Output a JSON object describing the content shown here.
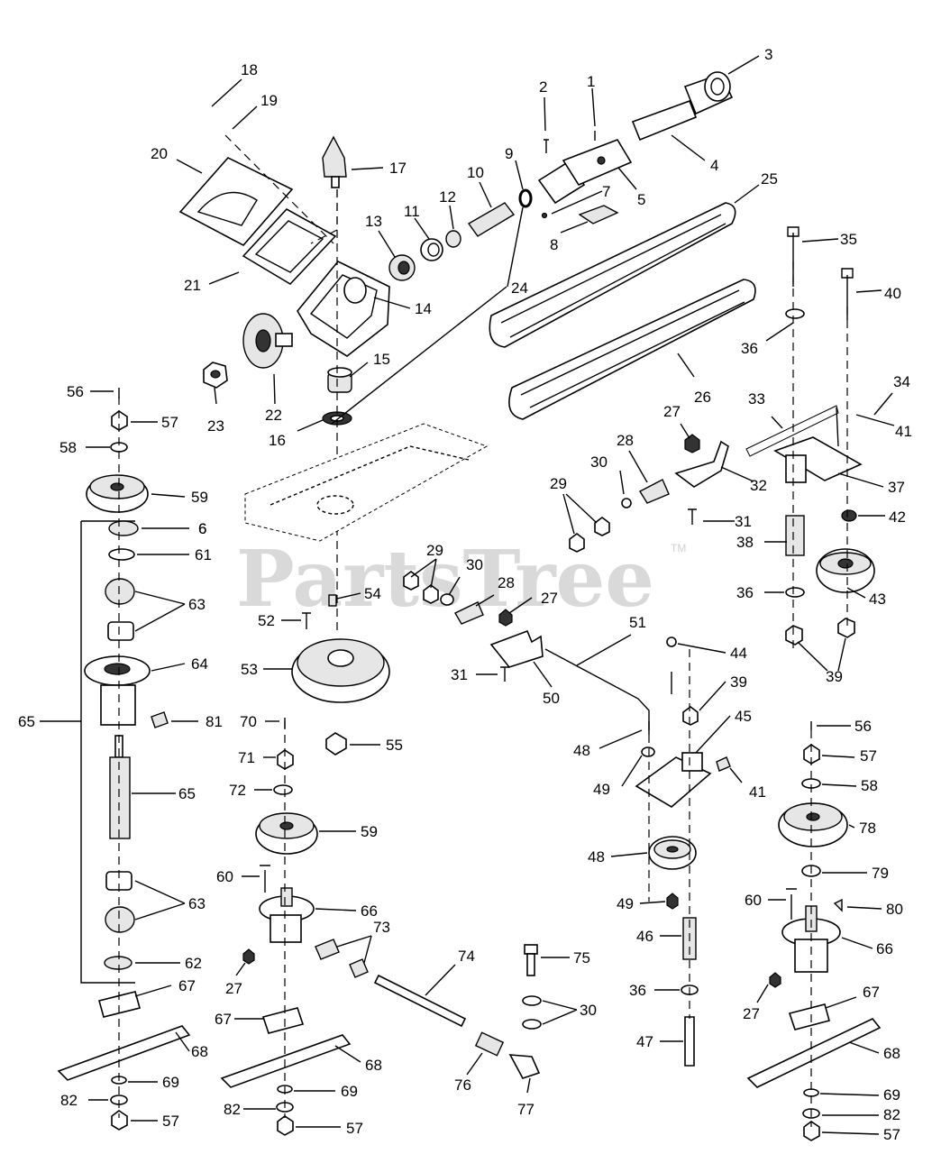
{
  "watermark": {
    "text": "PartsTree",
    "tm": "TM"
  },
  "callouts": [
    {
      "id": "1",
      "text": "1"
    },
    {
      "id": "2",
      "text": "2"
    },
    {
      "id": "3",
      "text": "3"
    },
    {
      "id": "4",
      "text": "4"
    },
    {
      "id": "5",
      "text": "5"
    },
    {
      "id": "6",
      "text": "6"
    },
    {
      "id": "7",
      "text": "7"
    },
    {
      "id": "8",
      "text": "8"
    },
    {
      "id": "9",
      "text": "9"
    },
    {
      "id": "10",
      "text": "10"
    },
    {
      "id": "11",
      "text": "11"
    },
    {
      "id": "12",
      "text": "12"
    },
    {
      "id": "13",
      "text": "13"
    },
    {
      "id": "14",
      "text": "14"
    },
    {
      "id": "15",
      "text": "15"
    },
    {
      "id": "16",
      "text": "16"
    },
    {
      "id": "17",
      "text": "17"
    },
    {
      "id": "18",
      "text": "18"
    },
    {
      "id": "19",
      "text": "19"
    },
    {
      "id": "20",
      "text": "20"
    },
    {
      "id": "21",
      "text": "21"
    },
    {
      "id": "22",
      "text": "22"
    },
    {
      "id": "23",
      "text": "23"
    },
    {
      "id": "24",
      "text": "24"
    },
    {
      "id": "25",
      "text": "25"
    },
    {
      "id": "26",
      "text": "26"
    },
    {
      "id": "27a",
      "text": "27"
    },
    {
      "id": "28a",
      "text": "28"
    },
    {
      "id": "29a",
      "text": "29"
    },
    {
      "id": "30a",
      "text": "30"
    },
    {
      "id": "31a",
      "text": "31"
    },
    {
      "id": "32",
      "text": "32"
    },
    {
      "id": "33",
      "text": "33"
    },
    {
      "id": "34",
      "text": "34"
    },
    {
      "id": "35",
      "text": "35"
    },
    {
      "id": "36a",
      "text": "36"
    },
    {
      "id": "37",
      "text": "37"
    },
    {
      "id": "38",
      "text": "38"
    },
    {
      "id": "39a",
      "text": "39"
    },
    {
      "id": "40",
      "text": "40"
    },
    {
      "id": "41a",
      "text": "41"
    },
    {
      "id": "42",
      "text": "42"
    },
    {
      "id": "43",
      "text": "43"
    },
    {
      "id": "36b",
      "text": "36"
    },
    {
      "id": "56a",
      "text": "56"
    },
    {
      "id": "57a",
      "text": "57"
    },
    {
      "id": "58a",
      "text": "58"
    },
    {
      "id": "59a",
      "text": "59"
    },
    {
      "id": "6b",
      "text": "6"
    },
    {
      "id": "61",
      "text": "61"
    },
    {
      "id": "63a",
      "text": "63"
    },
    {
      "id": "64",
      "text": "64"
    },
    {
      "id": "65a",
      "text": "65"
    },
    {
      "id": "81",
      "text": "81"
    },
    {
      "id": "65b",
      "text": "65"
    },
    {
      "id": "63b",
      "text": "63"
    },
    {
      "id": "62",
      "text": "62"
    },
    {
      "id": "67a",
      "text": "67"
    },
    {
      "id": "68a",
      "text": "68"
    },
    {
      "id": "69a",
      "text": "69"
    },
    {
      "id": "82a",
      "text": "82"
    },
    {
      "id": "57b",
      "text": "57"
    },
    {
      "id": "29b",
      "text": "29"
    },
    {
      "id": "30b",
      "text": "30"
    },
    {
      "id": "28b",
      "text": "28"
    },
    {
      "id": "54",
      "text": "54"
    },
    {
      "id": "27b",
      "text": "27"
    },
    {
      "id": "52",
      "text": "52"
    },
    {
      "id": "53",
      "text": "53"
    },
    {
      "id": "55",
      "text": "55"
    },
    {
      "id": "51",
      "text": "51"
    },
    {
      "id": "31b",
      "text": "31"
    },
    {
      "id": "50",
      "text": "50"
    },
    {
      "id": "44",
      "text": "44"
    },
    {
      "id": "39b",
      "text": "39"
    },
    {
      "id": "45",
      "text": "45"
    },
    {
      "id": "41b",
      "text": "41"
    },
    {
      "id": "48a",
      "text": "48"
    },
    {
      "id": "49a",
      "text": "49"
    },
    {
      "id": "70",
      "text": "70"
    },
    {
      "id": "71",
      "text": "71"
    },
    {
      "id": "72",
      "text": "72"
    },
    {
      "id": "59b",
      "text": "59"
    },
    {
      "id": "60a",
      "text": "60"
    },
    {
      "id": "66a",
      "text": "66"
    },
    {
      "id": "73",
      "text": "73"
    },
    {
      "id": "27c",
      "text": "27"
    },
    {
      "id": "67b",
      "text": "67"
    },
    {
      "id": "68b",
      "text": "68"
    },
    {
      "id": "69b",
      "text": "69"
    },
    {
      "id": "82b",
      "text": "82"
    },
    {
      "id": "57c",
      "text": "57"
    },
    {
      "id": "74",
      "text": "74"
    },
    {
      "id": "75",
      "text": "75"
    },
    {
      "id": "30c",
      "text": "30"
    },
    {
      "id": "76",
      "text": "76"
    },
    {
      "id": "77",
      "text": "77"
    },
    {
      "id": "48b",
      "text": "48"
    },
    {
      "id": "49b",
      "text": "49"
    },
    {
      "id": "46",
      "text": "46"
    },
    {
      "id": "36c",
      "text": "36"
    },
    {
      "id": "47",
      "text": "47"
    },
    {
      "id": "56b",
      "text": "56"
    },
    {
      "id": "57d",
      "text": "57"
    },
    {
      "id": "58b",
      "text": "58"
    },
    {
      "id": "78",
      "text": "78"
    },
    {
      "id": "79",
      "text": "79"
    },
    {
      "id": "60b",
      "text": "60"
    },
    {
      "id": "80",
      "text": "80"
    },
    {
      "id": "66b",
      "text": "66"
    },
    {
      "id": "27d",
      "text": "27"
    },
    {
      "id": "67c",
      "text": "67"
    },
    {
      "id": "68c",
      "text": "68"
    },
    {
      "id": "69c",
      "text": "69"
    },
    {
      "id": "82c",
      "text": "82"
    },
    {
      "id": "57e",
      "text": "57"
    }
  ]
}
